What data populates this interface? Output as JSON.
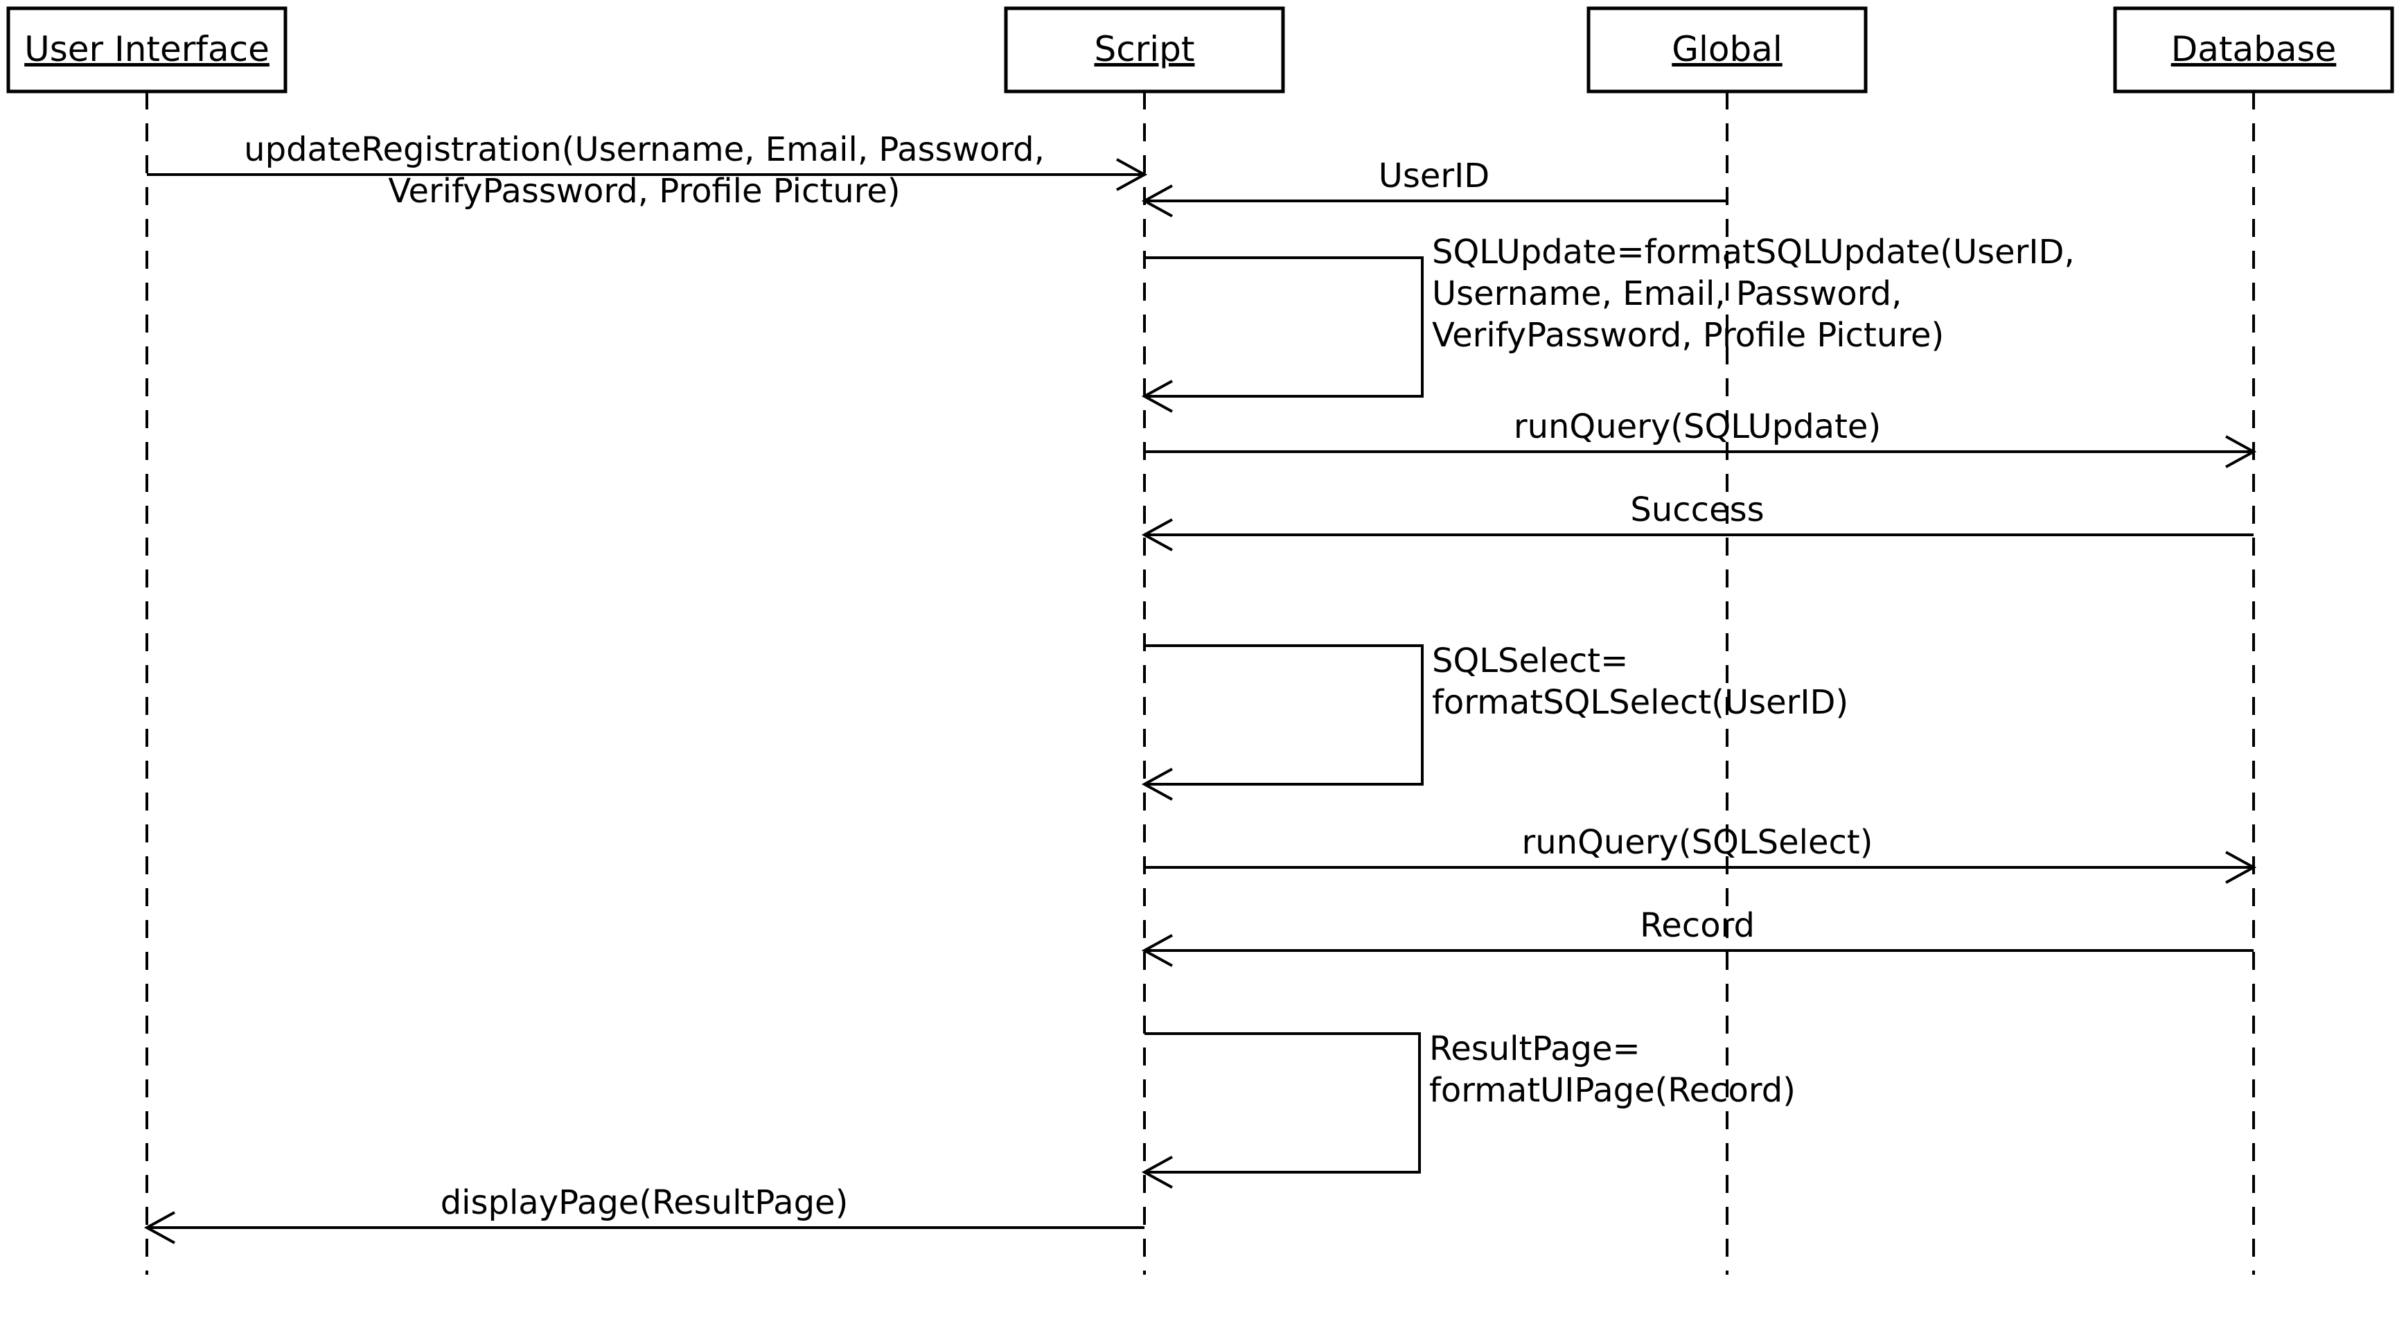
{
  "lifelines": [
    {
      "id": "ui",
      "name": "User Interface"
    },
    {
      "id": "script",
      "name": "Script"
    },
    {
      "id": "global",
      "name": "Global"
    },
    {
      "id": "db",
      "name": "Database"
    }
  ],
  "messages": [
    {
      "from": "ui",
      "to": "script",
      "lines": [
        "updateRegistration(Username, Email, Password,",
        "VerifyPassword, Profile Picture)"
      ]
    },
    {
      "from": "global",
      "to": "script",
      "lines": [
        "UserID"
      ]
    },
    {
      "from": "script",
      "to": "script",
      "lines": [
        "SQLUpdate=formatSQLUpdate(UserID,",
        "Username, Email, Password,",
        "VerifyPassword, Profile Picture)"
      ]
    },
    {
      "from": "script",
      "to": "db",
      "lines": [
        "runQuery(SQLUpdate)"
      ]
    },
    {
      "from": "db",
      "to": "script",
      "lines": [
        "Success"
      ]
    },
    {
      "from": "script",
      "to": "script",
      "lines": [
        "SQLSelect=",
        "formatSQLSelect(UserID)"
      ]
    },
    {
      "from": "script",
      "to": "db",
      "lines": [
        "runQuery(SQLSelect)"
      ]
    },
    {
      "from": "db",
      "to": "script",
      "lines": [
        "Record"
      ]
    },
    {
      "from": "script",
      "to": "script",
      "lines": [
        "ResultPage=",
        "formatUIPage(Record)"
      ]
    },
    {
      "from": "script",
      "to": "ui",
      "lines": [
        "displayPage(ResultPage)"
      ]
    }
  ]
}
